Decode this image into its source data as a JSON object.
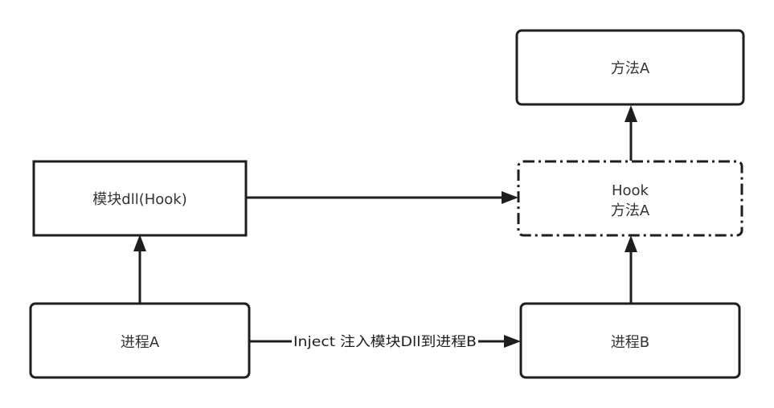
{
  "nodes": {
    "method_a": {
      "label": "方法A"
    },
    "module_dll": {
      "label": "模块dll(Hook)"
    },
    "hook_method": {
      "line1": "Hook",
      "line2": "方法A"
    },
    "process_a": {
      "label": "进程A"
    },
    "process_b": {
      "label": "进程B"
    }
  },
  "edges": {
    "inject": {
      "label": "Inject 注入模块Dll到进程B"
    }
  },
  "colors": {
    "stroke": "#1e1e1e",
    "text": "#333333",
    "background": "#ffffff"
  }
}
